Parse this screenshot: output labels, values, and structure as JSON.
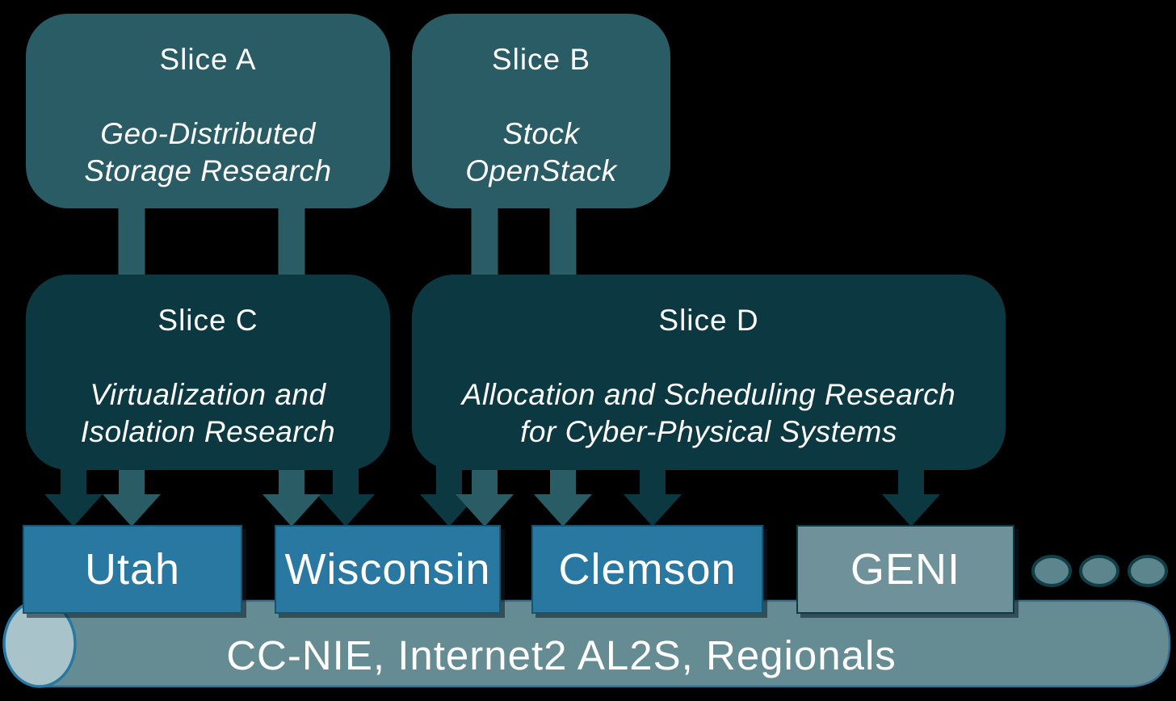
{
  "diagram": {
    "background": "#000000",
    "slices": [
      {
        "id": "slice-a",
        "title": "Slice A",
        "subtitle_lines": [
          "Geo-Distributed",
          "Storage Research"
        ]
      },
      {
        "id": "slice-b",
        "title": "Slice B",
        "subtitle_lines": [
          "Stock",
          "OpenStack"
        ]
      },
      {
        "id": "slice-c",
        "title": "Slice C",
        "subtitle_lines": [
          "Virtualization and",
          "Isolation Research"
        ]
      },
      {
        "id": "slice-d",
        "title": "Slice D",
        "subtitle_lines": [
          "Allocation and Scheduling Research",
          "for Cyber-Physical Systems"
        ]
      }
    ],
    "sites": [
      {
        "label": "Utah"
      },
      {
        "label": "Wisconsin"
      },
      {
        "label": "Clemson"
      },
      {
        "label": "GENI"
      }
    ],
    "pipe": {
      "label": "CC-NIE, Internet2 AL2S, Regionals"
    },
    "ellipsis_dot_count": 3,
    "connections": {
      "slice_a_feeds": [
        "Utah",
        "Wisconsin"
      ],
      "slice_b_feeds": [
        "Wisconsin",
        "Clemson"
      ],
      "slice_c_feeds": [
        "Utah",
        "Wisconsin"
      ],
      "slice_d_feeds": [
        "Wisconsin",
        "Clemson",
        "GENI"
      ]
    },
    "colors": {
      "upper_slice_fill": "#295c64",
      "lower_slice_fill": "#0c3941",
      "site_fill": "#2878a2",
      "geni_fill": "#6f929a",
      "pipe_fill": "#668c93",
      "pipe_cap_fill": "#a9c3cb",
      "pipe_edge": "#2878a2",
      "text": "#ffffff"
    }
  }
}
